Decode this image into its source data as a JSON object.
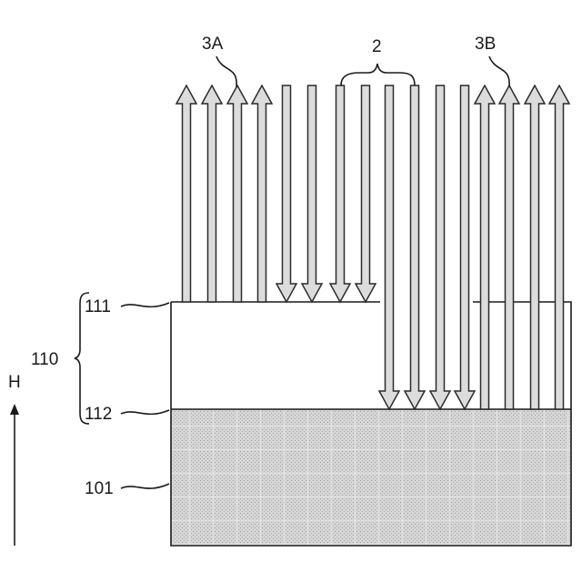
{
  "labels": {
    "layer_top": "111",
    "layer_bottom": "112",
    "stack": "110",
    "substrate": "101",
    "axis": "H",
    "group_left": "3A",
    "group_center": "2",
    "group_right": "3B"
  },
  "colors": {
    "line": "#1a1a1a",
    "arrow_fill": "#dcdcdc",
    "substrate_fill": "#d2d2d2",
    "background": "#ffffff"
  },
  "arrows": {
    "left_group": {
      "direction": "up",
      "count": 4
    },
    "center_group_shallow": {
      "direction": "down",
      "count": 4
    },
    "center_group_deep": {
      "direction": "down",
      "count": 4
    },
    "right_group": {
      "direction": "up",
      "count": 4
    }
  }
}
